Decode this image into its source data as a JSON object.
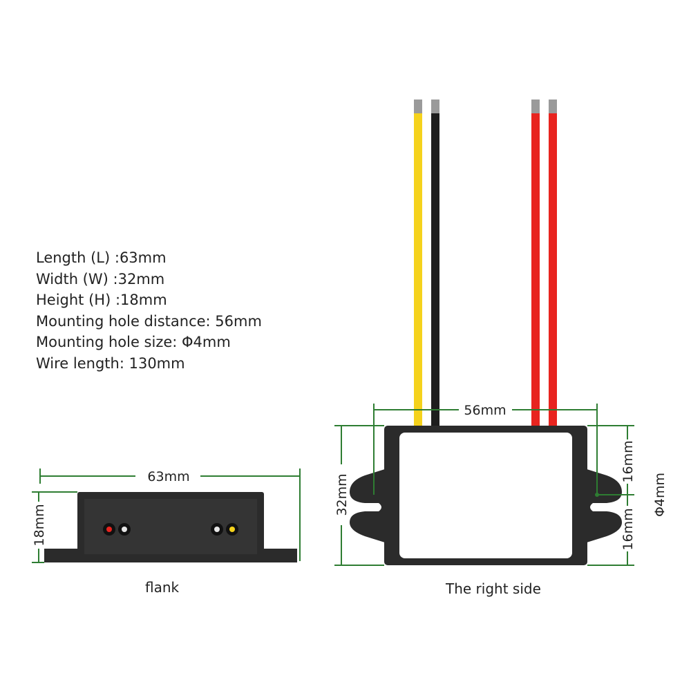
{
  "specs": [
    "Length (L) :63mm",
    "Width (W) :32mm",
    "Height (H) :18mm",
    "Mounting hole distance: 56mm",
    "Mounting hole size: Φ4mm",
    "Wire length: 130mm"
  ],
  "flank": {
    "caption": "flank",
    "length_label": "63mm",
    "height_label": "18mm"
  },
  "right_side": {
    "caption": "The right side",
    "hole_distance_label": "56mm",
    "width_label": "32mm",
    "half_top_label": "16mm",
    "half_bottom_label": "16mm",
    "hole_size_label": "Φ4mm"
  },
  "colors": {
    "dimension_line": "#2e7d32",
    "housing": "#2b2b2b",
    "label_panel": "#ffffff",
    "wire_yellow": "#f5d21c",
    "wire_black": "#1e1e1e",
    "wire_red": "#e8241f",
    "wire_tip": "#9a9a9a"
  },
  "wires": [
    {
      "color": "yellow"
    },
    {
      "color": "black"
    },
    {
      "color": "red"
    },
    {
      "color": "red"
    }
  ]
}
